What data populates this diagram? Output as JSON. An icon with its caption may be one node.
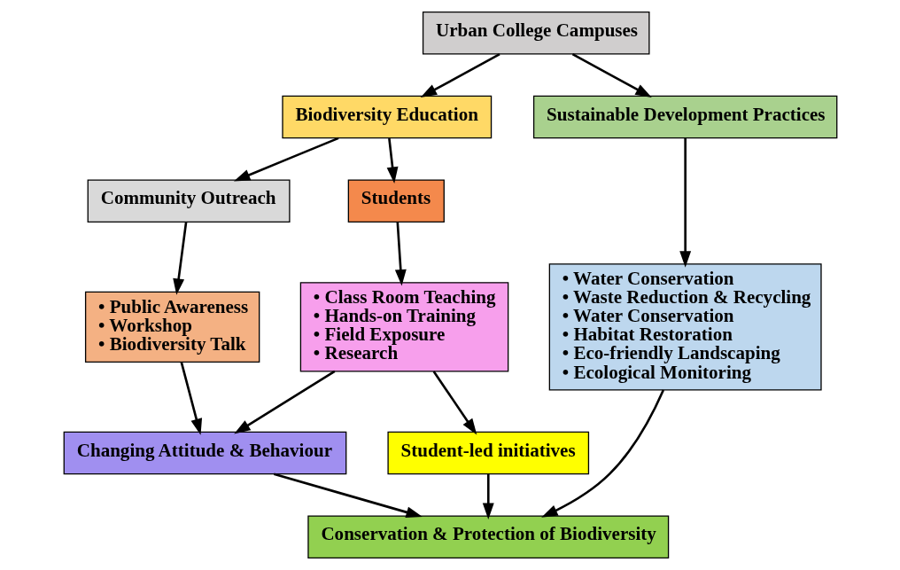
{
  "diagram": {
    "nodes": [
      {
        "text": [
          "Urban College Campuses"
        ]
      },
      {
        "text": [
          "Biodiversity Education"
        ]
      },
      {
        "text": [
          "Sustainable Development Practices"
        ]
      },
      {
        "text": [
          "Community Outreach"
        ]
      },
      {
        "text": [
          "Students"
        ]
      },
      {
        "text": [
          "• Public Awareness",
          "• Workshop",
          "• Biodiversity Talk"
        ]
      },
      {
        "text": [
          "• Class Room Teaching",
          "• Hands-on Training",
          "• Field Exposure",
          "• Research"
        ]
      },
      {
        "text": [
          "• Water Conservation",
          "• Waste Reduction & Recycling",
          "• Water Conservation",
          "• Habitat Restoration",
          "• Eco-friendly Landscaping",
          "• Ecological Monitoring"
        ]
      },
      {
        "text": [
          "Changing Attitude & Behaviour"
        ]
      },
      {
        "text": [
          "Student-led initiatives"
        ]
      },
      {
        "text": [
          "Conservation & Protection of Biodiversity"
        ]
      }
    ],
    "edges": [
      {
        "from": 0,
        "to": 1,
        "arrow": "to"
      },
      {
        "from": 0,
        "to": 2,
        "arrow": "to"
      },
      {
        "from": 1,
        "to": 3,
        "arrow": "to"
      },
      {
        "from": 1,
        "to": 4,
        "arrow": "to"
      },
      {
        "from": 3,
        "to": 5,
        "arrow": "to"
      },
      {
        "from": 4,
        "to": 6,
        "arrow": "to"
      },
      {
        "from": 2,
        "to": 7,
        "arrow": "to"
      },
      {
        "from": 5,
        "to": 8,
        "arrow": "to"
      },
      {
        "from": 6,
        "to": 8,
        "arrow": "to"
      },
      {
        "from": 6,
        "to": 9,
        "arrow": "to"
      },
      {
        "from": 8,
        "to": 10,
        "arrow": "to"
      },
      {
        "from": 9,
        "to": 10,
        "arrow": "to"
      },
      {
        "from": 7,
        "to": 10,
        "arrow": "to"
      }
    ]
  }
}
